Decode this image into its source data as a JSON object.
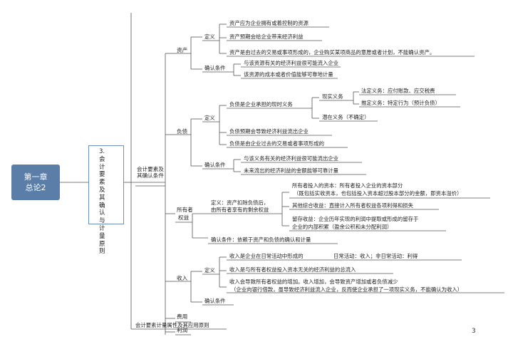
{
  "root": {
    "line1": "第一章",
    "line2": "总论2"
  },
  "section": {
    "number": "3.",
    "title": "会计要素及其确认与计量原则"
  },
  "branch_elements": "会计要素及其确认条件",
  "branch_measurement": "会计要素计量属性及其应用原则",
  "assets": {
    "label": "资产",
    "definition_label": "定义",
    "definition_items": [
      "资产应为企业拥有或着控制的资源",
      "资产预期会给企业带来经济利益",
      "资产是由过去的交易或事项形成的，企业购买某项商品的意愿或者计划，不能确认资产。"
    ],
    "recognition_label": "确认条件",
    "recognition_items": [
      "与该资源有关的经济利益很可能流入企业",
      "该资源的成本或者价值能够可靠地计量"
    ]
  },
  "liabilities": {
    "label": "负债",
    "definition_label": "定义",
    "present_obligation": "负债是企业承担的现时义务",
    "current_obligation": "现实义务",
    "legal_obligation": "法定义务：应付账款、应交税费",
    "constructive_obligation": "推定义务：特定行为（预计负债）",
    "potential_obligation": "潜在义务（不确定）",
    "definition_items": [
      "负债预期会导致经济利益流出企业",
      "负债是由企业过去的交易或者事项形成的"
    ],
    "recognition_label": "确认条件",
    "recognition_items": [
      "与该义务有关的经济利益很可能流出企业",
      "未来流出的经济利益的金额能够可靠计量"
    ]
  },
  "equity": {
    "label_line1": "所有者",
    "label_line2": "权益",
    "definition_line1": "定义：资产扣除负债后，",
    "definition_line2": "由所有者享有的剩余权益",
    "contributed_line1": "所有者投入的资本：所有者投入企业的资本部分",
    "contributed_line2": "（既包括实收资本，也包括投入资本超过股本部分的金额，即资本溢价）",
    "other_income": "其他综合收益：直接计入所有者权益各项利得和损失",
    "retained_line1": "留存收益：企业历年实现的利润中提取或形成的留存于",
    "retained_line2": "企业的内部积累（盈余公积和未分配利润）",
    "recognition": "确认条件：依赖于资产和负债的确认和计量"
  },
  "revenue": {
    "label": "收入",
    "definition_label": "定义",
    "daily_activity": "收入是企业在日常活动中形成的",
    "daily_note": "日常活动：收入；非日常活动：利得",
    "inflow": "收入是与所有者权益投入资本无关的经济利益的总流入",
    "increase_line1": "收入会导致所有者权益的增加。收入增加，会导致资产增加或者负债减少",
    "increase_line2": "（企业向银行借款，虽导致经济利益流入企业，反而使企业承担了一项现实义务，不能确认为收入）",
    "recognition_label": "确认条件"
  },
  "expenses": {
    "label": "费用"
  },
  "profit": {
    "label": "利润"
  },
  "page_number": "3",
  "colors": {
    "root_fill": "#5b7ea8",
    "box_border": "#6d8fb7",
    "line": "#555555"
  }
}
